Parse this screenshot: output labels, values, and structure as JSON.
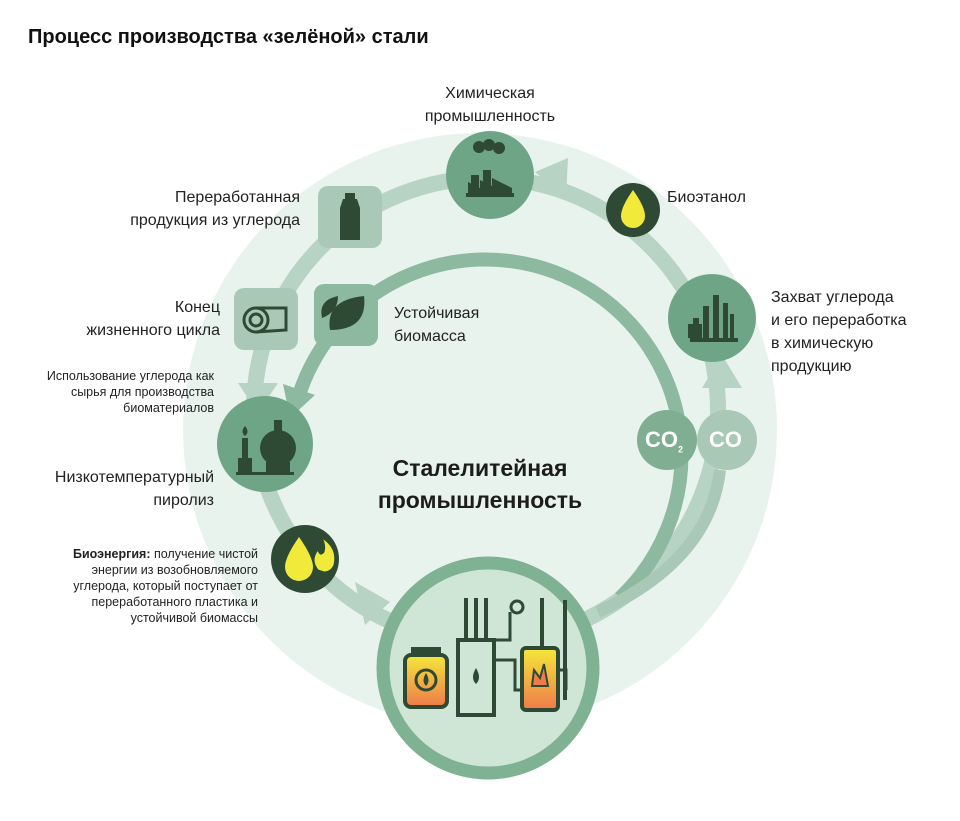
{
  "title": "Процесс производства «зелёной» стали",
  "center": {
    "line1": "Сталелитейная",
    "line2": "промышленность"
  },
  "nodes": {
    "chemical": {
      "line1": "Химическая",
      "line2": "промышленность"
    },
    "bioethanol": {
      "label": "Биоэтанол"
    },
    "capture": {
      "line1": "Захват углерода",
      "line2": "и его переработка",
      "line3": "в химическую",
      "line4": "продукцию"
    },
    "recycled": {
      "line1": "Переработанная",
      "line2": "продукция из углерода"
    },
    "end_of_life": {
      "line1": "Конец",
      "line2": "жизненного цикла"
    },
    "biomass": {
      "line1": "Устойчивая",
      "line2": "биомасса"
    },
    "carbon_use": {
      "line1": "Использование углерода как",
      "line2": "сырья для производства",
      "line3": "биоматериалов"
    },
    "pyrolysis": {
      "line1": "Низкотемпературный",
      "line2": "пиролиз"
    },
    "bioenergy": {
      "bold": "Биоэнергия:",
      "line1": "получение чистой",
      "line2": "энергии из возобновляемого",
      "line3": "углерода, который поступает от",
      "line4": "переработанного пластика и",
      "line5": "устойчивой биомассы"
    }
  },
  "gases": {
    "co2_main": "CO",
    "co2_sub": "2",
    "co": "CO"
  },
  "colors": {
    "background_disc": "#e9f3ee",
    "ring_outer": "#b7d3c3",
    "ring_inner": "#8db9a1",
    "node_dark": "#6fa587",
    "node_light": "#a9c8b5",
    "icon_dark": "#2e4a35",
    "yellow": "#f2ea3a",
    "steel_circle": "#cfe6d6",
    "steel_border": "#7fb293"
  }
}
